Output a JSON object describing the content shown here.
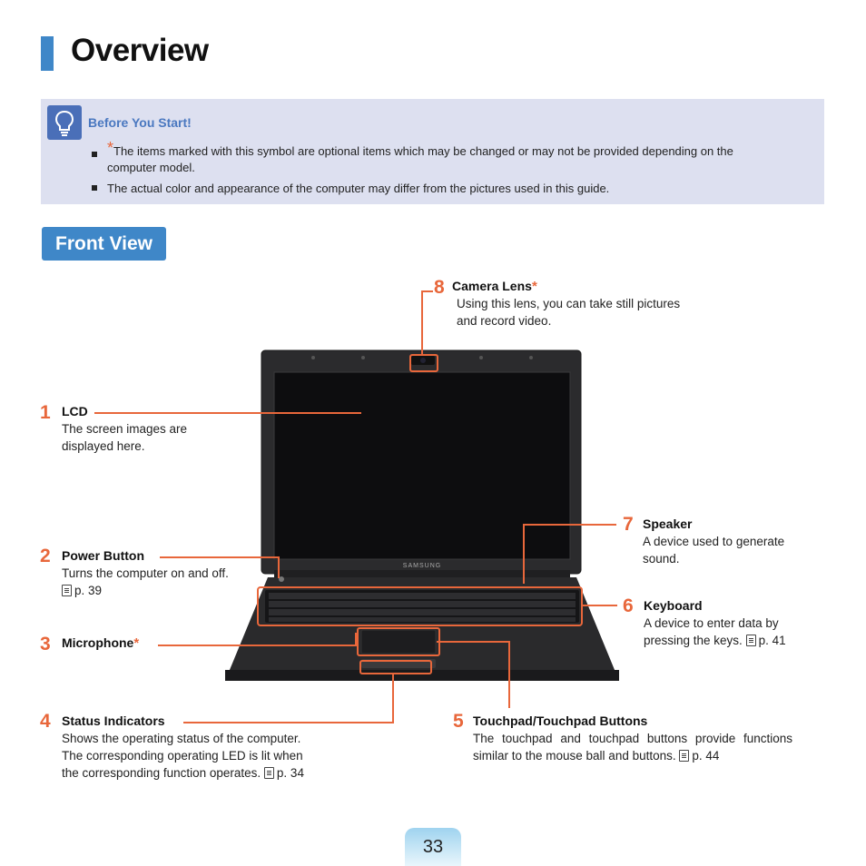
{
  "page": {
    "title": "Overview",
    "number": "33"
  },
  "note": {
    "heading": "Before You Start!",
    "star": "*",
    "bullet1": "The items marked with this symbol are optional items which may be changed or may not be provided depending on the computer model.",
    "bullet2": "The actual color and appearance of the computer may differ from the pictures used in this guide."
  },
  "section": {
    "title": "Front View"
  },
  "laptop": {
    "brand": "SAMSUNG"
  },
  "callouts": {
    "c1": {
      "num": "1",
      "label": "LCD",
      "desc": "The screen images are displayed here."
    },
    "c2": {
      "num": "2",
      "label": "Power Button",
      "desc": "Turns the computer on and off.",
      "ref": "p. 39"
    },
    "c3": {
      "num": "3",
      "label": "Microphone",
      "star": "*"
    },
    "c4": {
      "num": "4",
      "label": "Status Indicators",
      "desc": "Shows the operating status of the computer. The corresponding operating LED is lit when the corresponding function operates.",
      "ref": "p. 34"
    },
    "c5": {
      "num": "5",
      "label": "Touchpad/Touchpad Buttons",
      "desc": "The touchpad and touchpad buttons provide functions similar to the mouse ball and buttons.",
      "ref": "p. 44"
    },
    "c6": {
      "num": "6",
      "label": "Keyboard",
      "desc": "A device to enter data by pressing the keys.",
      "ref": "p. 41"
    },
    "c7": {
      "num": "7",
      "label": "Speaker",
      "desc": "A device used to generate sound."
    },
    "c8": {
      "num": "8",
      "label": "Camera Lens",
      "star": "*",
      "desc": "Using this lens, you can take still pictures and record video."
    }
  },
  "colors": {
    "accent": "#3f87c8",
    "callout": "#e8673b",
    "note_bg": "#dde0f0"
  }
}
